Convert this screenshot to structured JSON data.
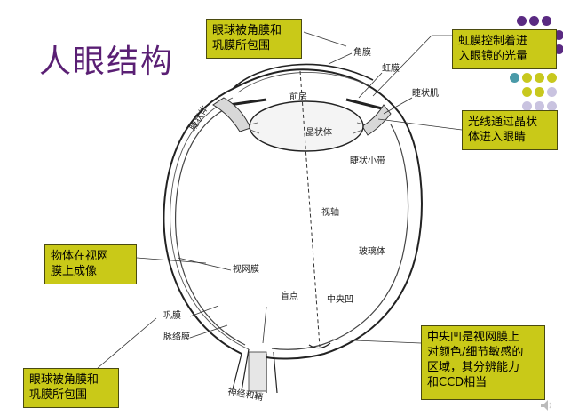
{
  "slide": {
    "title": "人眼结构",
    "callouts": {
      "cornea_top": [
        "眼球被角膜和",
        "巩膜所包围"
      ],
      "iris": [
        "虹膜控制着进",
        "入眼镜的光量"
      ],
      "lens": [
        "光线通过晶状",
        "体进入眼睛"
      ],
      "retina": [
        "物体在视网",
        "膜上成像"
      ],
      "sclera_bottom": [
        "眼球被角膜和",
        "巩膜所包围"
      ],
      "fovea": [
        "中央凹是视网膜上",
        "对颜色/细节敏感的",
        "区域，其分辨能力",
        "和CCD相当"
      ]
    },
    "colors": {
      "title": "#5a1f74",
      "callout_bg": "#c9c918",
      "dot_purple": "#5a2a82",
      "dot_olive": "#c8c81e",
      "dot_teal": "#4a9aa8",
      "dot_lavender": "#c9c3e0"
    }
  },
  "diagram": {
    "labels": {
      "cornea": "角膜",
      "iris": "虹膜",
      "ciliary_body": "睫状体",
      "anterior_chamber": "前房",
      "ciliary_muscle": "睫状肌",
      "lens": "晶状体",
      "zonule": "睫状小带",
      "visual_axis": "视轴",
      "vitreous": "玻璃体",
      "retina": "视网膜",
      "blind_spot": "盲点",
      "fovea": "中央凹",
      "sclera": "巩膜",
      "choroid": "脉络膜",
      "optic_nerve": "神经和鞘"
    }
  }
}
